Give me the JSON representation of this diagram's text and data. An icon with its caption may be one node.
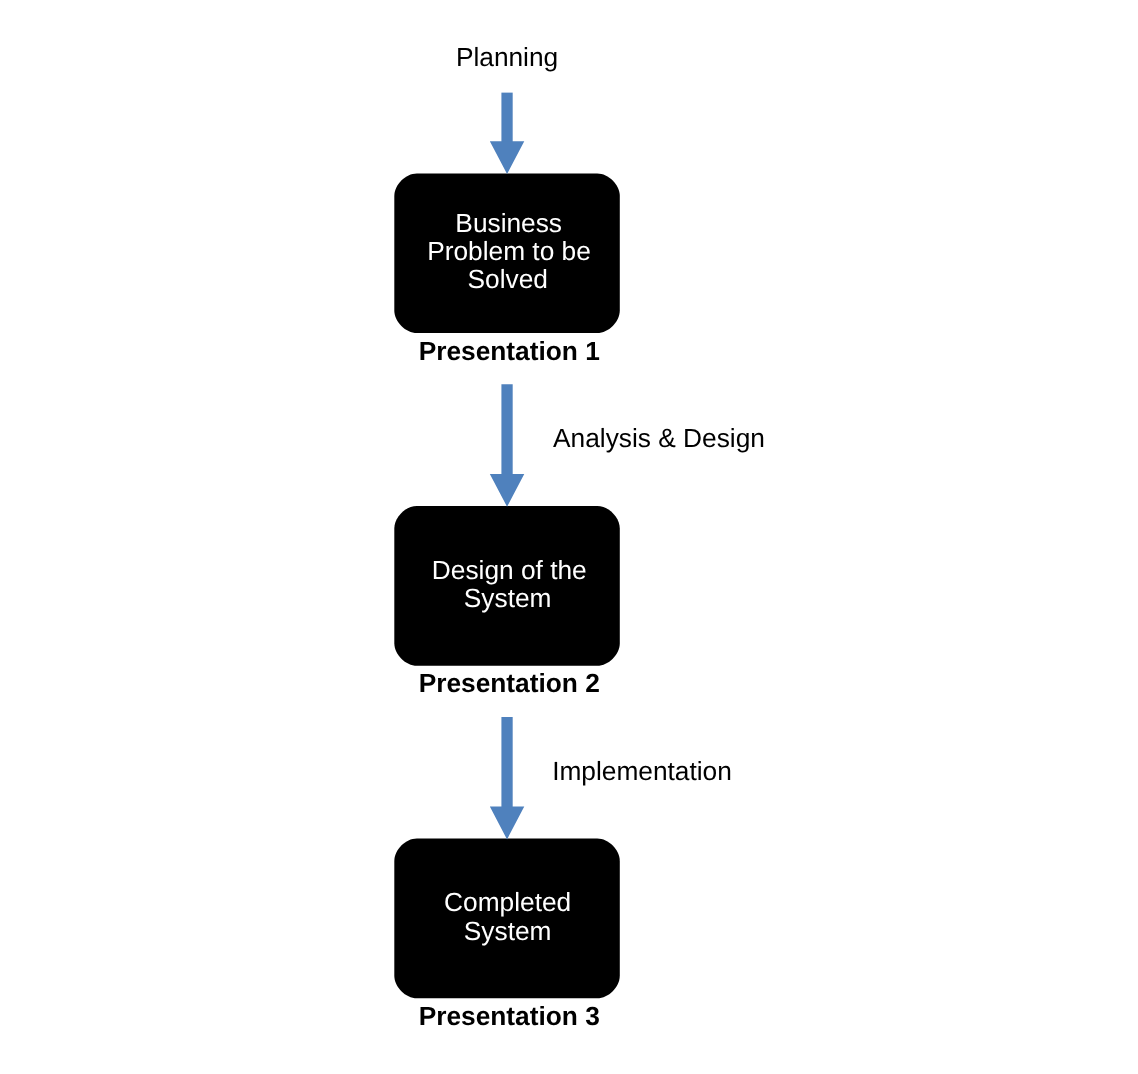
{
  "diagram": {
    "nodes": [
      {
        "text": [
          "Planning"
        ]
      },
      {
        "text": [
          "Business Problem to be Solved"
        ],
        "beside": [
          "Presentation 1"
        ]
      },
      {
        "text": [
          "Design of the System"
        ],
        "beside": [
          "Presentation 2"
        ]
      },
      {
        "text": [
          "Completed System"
        ],
        "beside": [
          "Presentation 3"
        ]
      }
    ],
    "edges": [
      {
        "from": 0,
        "to": 1,
        "arrow": "to"
      },
      {
        "from": 1,
        "to": 2,
        "arrow": "to",
        "label": "Analysis & Design"
      },
      {
        "from": 2,
        "to": 3,
        "arrow": "to",
        "label": "Implementation"
      }
    ]
  }
}
